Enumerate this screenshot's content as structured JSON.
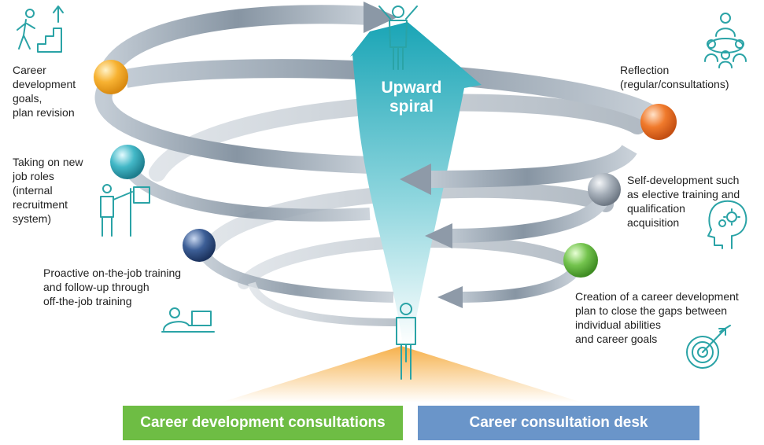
{
  "center": {
    "line1": "Upward",
    "line2": "spiral"
  },
  "steps": [
    {
      "text": "Career\ndevelopment\ngoals,\nplan revision",
      "sphere_color": "#f5a623"
    },
    {
      "text": "Taking on new\njob roles\n(internal\nrecruitment\nsystem)",
      "sphere_color": "#3fb5c2"
    },
    {
      "text": "Proactive on-the-job training\nand follow-up through\noff-the-job training",
      "sphere_color": "#2d4f86"
    },
    {
      "text": "Reflection\n(regular/consultations)",
      "sphere_color": "#ee7a2e"
    },
    {
      "text": "Self-development such\nas elective training and\nqualification\nacquisition",
      "sphere_color": "#a5afba"
    },
    {
      "text": "Creation of a career development\nplan to close the gaps between\nindividual abilities\nand career goals",
      "sphere_color": "#6cc04a"
    }
  ],
  "buttons": {
    "left": "Career development consultations",
    "right": "Career consultation desk"
  },
  "colors": {
    "icon_teal": "#2aa3a6",
    "arrow_gray": "#9aa6b2",
    "spiral_teal": "#2fb3c1",
    "ground_orange": "#f7b553",
    "button_green": "#6ebd44",
    "button_blue": "#6a95c9"
  },
  "icons": [
    "climbing-stairs-icon",
    "raised-arms-person-icon",
    "consultation-group-icon",
    "presenter-board-icon",
    "head-gear-icon",
    "laptop-worker-icon",
    "standing-person-icon",
    "target-icon"
  ]
}
